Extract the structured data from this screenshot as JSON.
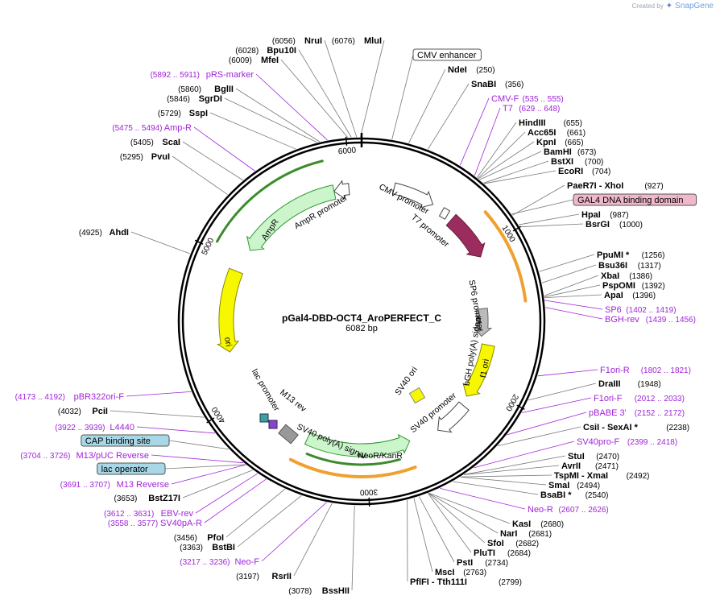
{
  "brand": {
    "created_by": "Created by",
    "name": "SnapGene"
  },
  "plasmid": {
    "name": "pGal4-DBD-OCT4_AroPERFECT_C",
    "size": "6082 bp"
  },
  "ticks": [
    "1000",
    "2000",
    "3000",
    "4000",
    "5000",
    "6000"
  ],
  "right_features": [
    {
      "type": "boxed",
      "name": "CMV enhancer",
      "pos": "",
      "fill": "#ffffff"
    },
    {
      "type": "enzyme",
      "name": "NdeI",
      "pos": "(250)"
    },
    {
      "type": "enzyme",
      "name": "SnaBI",
      "pos": "(356)"
    },
    {
      "type": "primer",
      "name": "CMV-F",
      "pos": "(535 .. 555)"
    },
    {
      "type": "primer",
      "name": "T7",
      "pos": "(629 .. 648)"
    },
    {
      "type": "enzyme",
      "name": "HindIII",
      "pos": "(655)"
    },
    {
      "type": "enzyme",
      "name": "Acc65I",
      "pos": "(661)"
    },
    {
      "type": "enzyme",
      "name": "KpnI",
      "pos": "(665)"
    },
    {
      "type": "enzyme",
      "name": "BamHI",
      "pos": "(673)"
    },
    {
      "type": "enzyme",
      "name": "BstXI",
      "pos": "(700)"
    },
    {
      "type": "enzyme",
      "name": "EcoRI",
      "pos": "(704)"
    },
    {
      "type": "enzyme",
      "name": "PaeR7I - XhoI",
      "pos": "(927)"
    },
    {
      "type": "boxed",
      "name": "GAL4 DNA binding domain",
      "pos": "",
      "fill": "#f0b8cc"
    },
    {
      "type": "enzyme",
      "name": "HpaI",
      "pos": "(987)"
    },
    {
      "type": "enzyme",
      "name": "BsrGI",
      "pos": "(1000)"
    },
    {
      "type": "enzyme",
      "name": "PpuMI *",
      "pos": "(1256)"
    },
    {
      "type": "enzyme",
      "name": "Bsu36I",
      "pos": "(1317)"
    },
    {
      "type": "enzyme",
      "name": "XbaI",
      "pos": "(1386)"
    },
    {
      "type": "enzyme",
      "name": "PspOMI",
      "pos": "(1392)"
    },
    {
      "type": "enzyme",
      "name": "ApaI",
      "pos": "(1396)"
    },
    {
      "type": "primer",
      "name": "SP6",
      "pos": "(1402 .. 1419)"
    },
    {
      "type": "primer",
      "name": "BGH-rev",
      "pos": "(1439 .. 1456)"
    },
    {
      "type": "primer",
      "name": "F1ori-R",
      "pos": "(1802 .. 1821)"
    },
    {
      "type": "enzyme",
      "name": "DraIII",
      "pos": "(1948)"
    },
    {
      "type": "primer",
      "name": "F1ori-F",
      "pos": "(2012 .. 2033)"
    },
    {
      "type": "primer",
      "name": "pBABE 3'",
      "pos": "(2152 .. 2172)"
    },
    {
      "type": "enzyme",
      "name": "CsiI - SexAI *",
      "pos": "(2238)"
    },
    {
      "type": "primer",
      "name": "SV40pro-F",
      "pos": "(2399 .. 2418)"
    },
    {
      "type": "enzyme",
      "name": "StuI",
      "pos": "(2470)"
    },
    {
      "type": "enzyme",
      "name": "AvrII",
      "pos": "(2471)"
    },
    {
      "type": "enzyme",
      "name": "TspMI - XmaI",
      "pos": "(2492)"
    },
    {
      "type": "enzyme",
      "name": "SmaI",
      "pos": "(2494)"
    },
    {
      "type": "enzyme",
      "name": "BsaBI *",
      "pos": "(2540)"
    },
    {
      "type": "primer",
      "name": "Neo-R",
      "pos": "(2607 .. 2626)"
    },
    {
      "type": "enzyme",
      "name": "KasI",
      "pos": "(2680)"
    },
    {
      "type": "enzyme",
      "name": "NarI",
      "pos": "(2681)"
    },
    {
      "type": "enzyme",
      "name": "SfoI",
      "pos": "(2682)"
    },
    {
      "type": "enzyme",
      "name": "PluTI",
      "pos": "(2684)"
    },
    {
      "type": "enzyme",
      "name": "PstI",
      "pos": "(2734)"
    },
    {
      "type": "enzyme",
      "name": "MscI",
      "pos": "(2763)"
    },
    {
      "type": "enzyme",
      "name": "PflFI - Tth111I",
      "pos": "(2799)"
    }
  ],
  "left_features": [
    {
      "type": "enzyme",
      "name": "MluI",
      "pos": "(6076)"
    },
    {
      "type": "enzyme",
      "name": "NruI",
      "pos": "(6056)"
    },
    {
      "type": "enzyme",
      "name": "Bpu10I",
      "pos": "(6028)"
    },
    {
      "type": "enzyme",
      "name": "MfeI",
      "pos": "(6009)"
    },
    {
      "type": "primer",
      "name": "pRS-marker",
      "pos": "(5892 .. 5911)"
    },
    {
      "type": "enzyme",
      "name": "BglII",
      "pos": "(5860)"
    },
    {
      "type": "enzyme",
      "name": "SgrDI",
      "pos": "(5846)"
    },
    {
      "type": "enzyme",
      "name": "SspI",
      "pos": "(5729)"
    },
    {
      "type": "primer",
      "name": "Amp-R",
      "pos": "(5475 .. 5494)"
    },
    {
      "type": "enzyme",
      "name": "ScaI",
      "pos": "(5405)"
    },
    {
      "type": "enzyme",
      "name": "PvuI",
      "pos": "(5295)"
    },
    {
      "type": "enzyme",
      "name": "AhdI",
      "pos": "(4925)"
    },
    {
      "type": "primer",
      "name": "pBR322ori-F",
      "pos": "(4173 .. 4192)"
    },
    {
      "type": "enzyme",
      "name": "PciI",
      "pos": "(4032)"
    },
    {
      "type": "primer",
      "name": "L4440",
      "pos": "(3922 .. 3939)"
    },
    {
      "type": "boxed",
      "name": "CAP binding site",
      "pos": "",
      "fill": "#a8d8e8"
    },
    {
      "type": "primer",
      "name": "M13/pUC Reverse",
      "pos": "(3704 .. 3726)"
    },
    {
      "type": "boxed",
      "name": "lac operator",
      "pos": "",
      "fill": "#a8d8e8"
    },
    {
      "type": "primer",
      "name": "M13 Reverse",
      "pos": "(3691 .. 3707)"
    },
    {
      "type": "enzyme",
      "name": "BstZ17I",
      "pos": "(3653)"
    },
    {
      "type": "primer",
      "name": "EBV-rev",
      "pos": "(3612 .. 3631)"
    },
    {
      "type": "primer",
      "name": "SV40pA-R",
      "pos": "(3558 .. 3577)"
    },
    {
      "type": "enzyme",
      "name": "PfoI",
      "pos": "(3456)"
    },
    {
      "type": "enzyme",
      "name": "BstBI",
      "pos": "(3363)"
    },
    {
      "type": "primer",
      "name": "Neo-F",
      "pos": "(3217 .. 3236)"
    },
    {
      "type": "enzyme",
      "name": "RsrII",
      "pos": "(3197)"
    },
    {
      "type": "enzyme",
      "name": "BssHII",
      "pos": "(3078)"
    }
  ],
  "inner_labels": [
    "CMV promoter",
    "T7 promoter",
    "SP6 promoter",
    "bGH poly(A) signal",
    "f1 ori",
    "SV40 promoter",
    "SV40 ori",
    "NeoR/KanR",
    "SV40 poly(A) signal",
    "M13 rev",
    "lac promoter",
    "ori",
    "AmpR",
    "AmpR promoter"
  ],
  "colors": {
    "enzyme": "#000000",
    "primer": "#a024d8",
    "cds": "#ccf5cc",
    "cds_stroke": "#2e9a2e",
    "gal4": "#9b2c5e",
    "ori": "#f7f700",
    "orange": "#f0a030",
    "promoter": "#ffffff"
  }
}
